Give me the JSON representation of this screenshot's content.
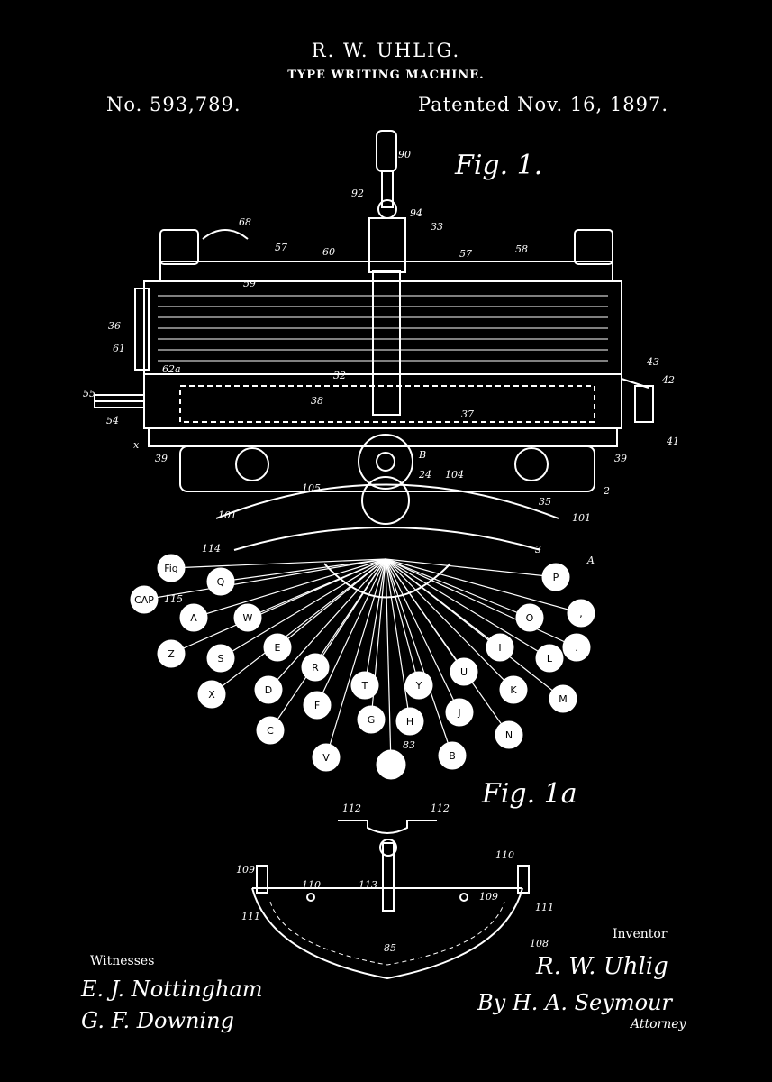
{
  "header": {
    "inventor_name": "R. W. UHLIG.",
    "title": "TYPE WRITING MACHINE.",
    "patent_number": "No. 593,789.",
    "patent_date": "Patented Nov. 16, 1897."
  },
  "figures": {
    "fig1": "Fig. 1.",
    "fig1a": "Fig. 1a"
  },
  "witnesses": {
    "heading": "Witnesses",
    "names": [
      "E. J. Nottingham",
      "G. F. Downing"
    ]
  },
  "inventor": {
    "heading": "Inventor",
    "signature": "R. W. Uhlig",
    "attorney_line": "By H. A. Seymour",
    "attorney_label": "Attorney"
  },
  "reference_numerals": {
    "top": [
      "90",
      "92",
      "94",
      "33",
      "68",
      "57",
      "60",
      "59",
      "58",
      "57"
    ],
    "left": [
      "36",
      "61",
      "62a",
      "55",
      "54",
      "x",
      "39"
    ],
    "right": [
      "43",
      "42",
      "41",
      "39",
      "2"
    ],
    "center": [
      "32",
      "38",
      "37",
      "B",
      "24",
      "104",
      "105",
      "35",
      "101",
      "101",
      "114",
      "115",
      "A",
      "83",
      "3"
    ],
    "fig1a": [
      "112",
      "112",
      "109",
      "110",
      "113",
      "110",
      "109",
      "111",
      "111",
      "85",
      "108"
    ]
  },
  "keys_left": [
    "Fig",
    "CAP",
    "Q",
    "A",
    "W",
    "Z",
    "S",
    "E",
    "X",
    "D",
    "R",
    "C",
    "F",
    "T",
    "V",
    "G",
    "H"
  ],
  "keys_right": [
    "P",
    ",",
    "O",
    ".",
    "I",
    "L",
    "U",
    "K",
    "M",
    "Y",
    "J",
    "N",
    "B"
  ]
}
